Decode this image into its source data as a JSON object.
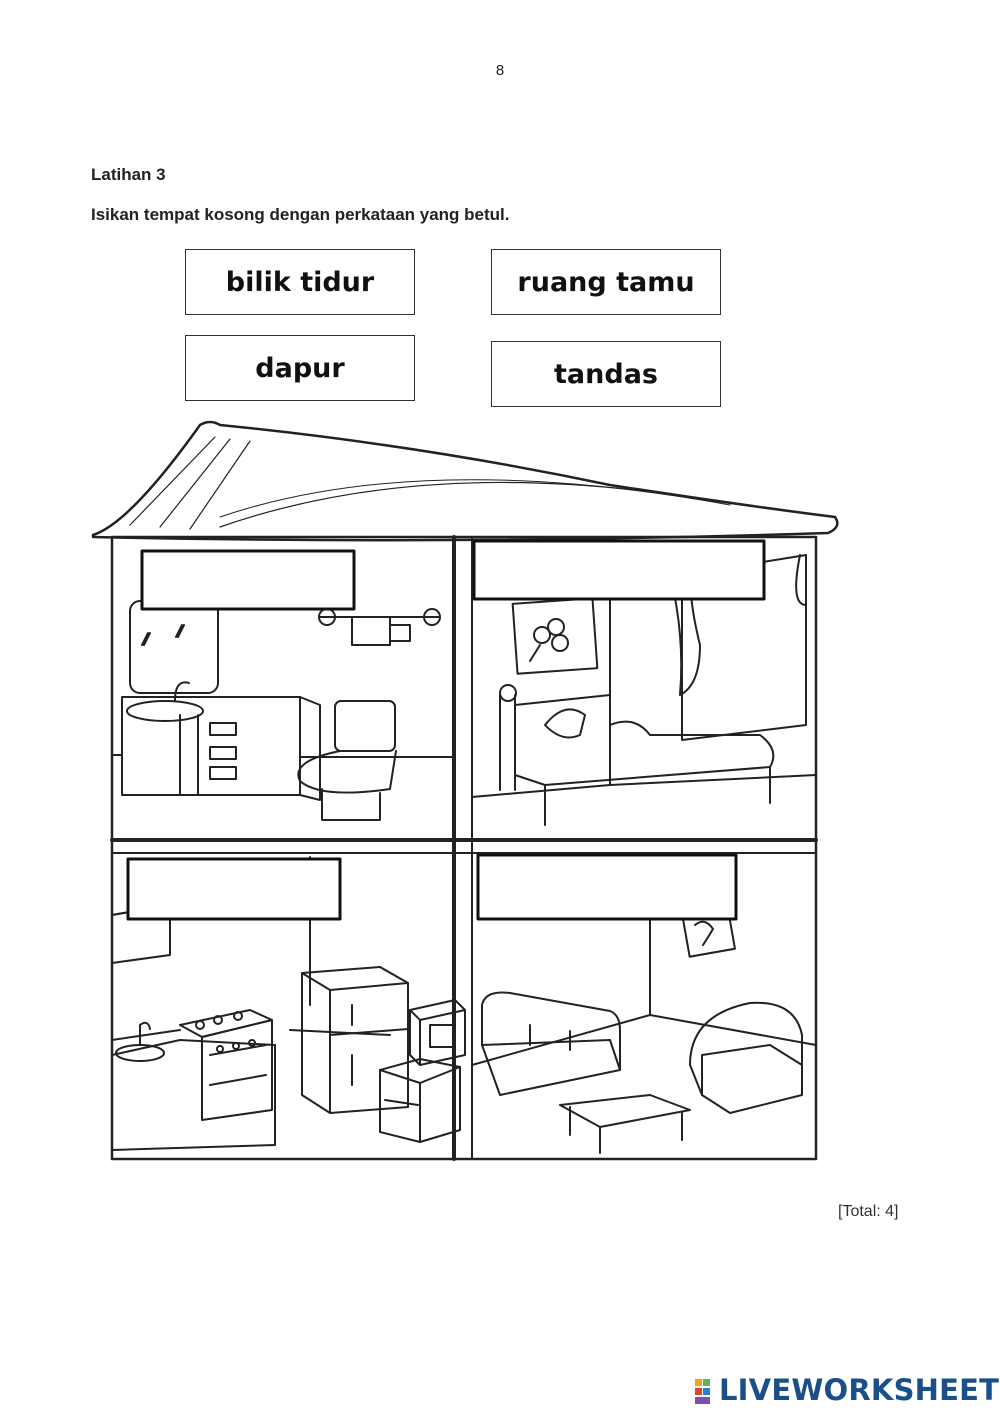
{
  "page": {
    "number": "8"
  },
  "exercise": {
    "title": "Latihan 3",
    "instruction": "Isikan tempat kosong dengan perkataan yang betul."
  },
  "word_bank": [
    "bilik tidur",
    "ruang tamu",
    "dapur",
    "tandas"
  ],
  "answer_boxes": [
    {
      "room": "bathroom",
      "value": ""
    },
    {
      "room": "bedroom",
      "value": ""
    },
    {
      "room": "kitchen",
      "value": ""
    },
    {
      "room": "living-room",
      "value": ""
    }
  ],
  "footer": {
    "total": "[Total: 4]"
  },
  "brand": {
    "name": "LIVEWORKSHEETS",
    "color": "#1a4f8a"
  }
}
